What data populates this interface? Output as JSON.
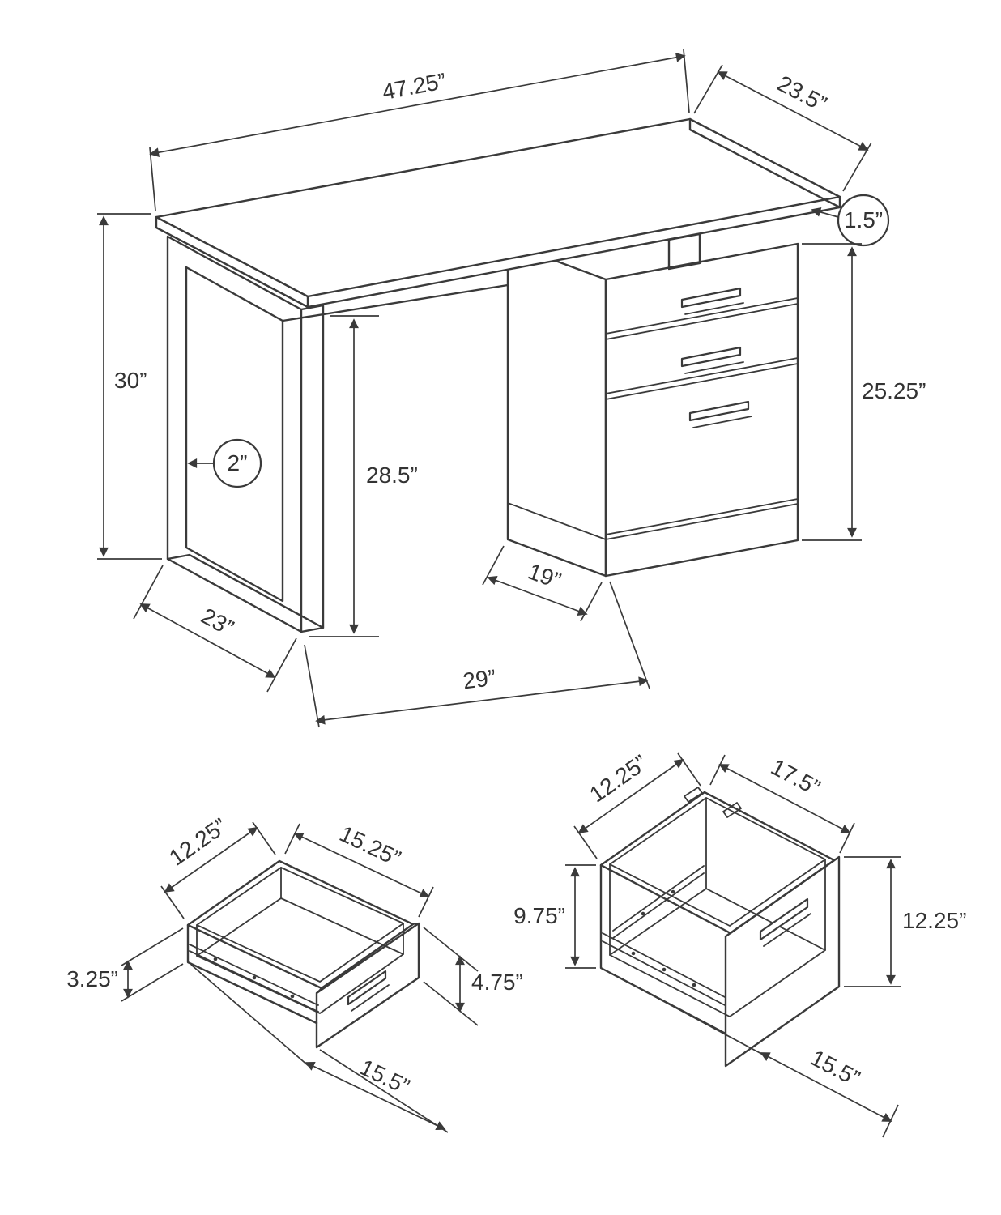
{
  "figure": {
    "title": "desk dimension diagram",
    "line_color": "#3a3a3a",
    "desk": {
      "top_length": "47.25”",
      "top_depth": "23.5”",
      "top_thickness": "1.5”",
      "overall_height": "30”",
      "leg_thickness": "2”",
      "clearance_height": "28.5”",
      "pedestal_height": "25.25”",
      "pedestal_depth": "19”",
      "leg_depth": "23”",
      "open_width": "29”"
    },
    "small_drawer": {
      "top_width": "12.25”",
      "top_depth": "15.25”",
      "side_height": "3.25”",
      "front_height": "4.75”",
      "bottom_depth": "15.5”"
    },
    "file_drawer": {
      "top_width": "12.25”",
      "top_depth": "17.5”",
      "side_height": "9.75”",
      "front_height": "12.25”",
      "bottom_depth": "15.5”"
    }
  }
}
